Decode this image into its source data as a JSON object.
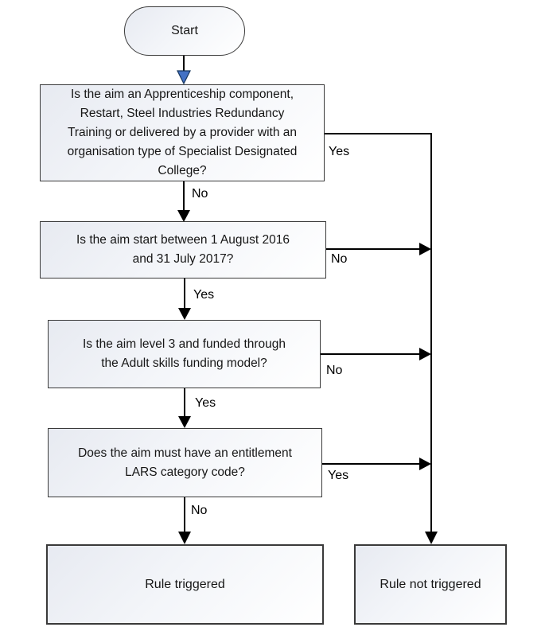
{
  "nodes": {
    "start": {
      "label": "Start"
    },
    "q1": {
      "text": "Is the aim an Apprenticeship component,\nRestart, Steel Industries Redundancy\nTraining or delivered by a provider with an\norganisation type of Specialist Designated\nCollege?"
    },
    "q2": {
      "text": "Is the aim start between 1 August 2016\nand 31 July 2017?"
    },
    "q3": {
      "text": "Is the aim level 3 and funded through\nthe Adult skills funding model?"
    },
    "q4": {
      "text": "Does the aim must have an entitlement\nLARS category code?"
    },
    "rule_triggered": {
      "text": "Rule triggered"
    },
    "rule_not_triggered": {
      "text": "Rule not triggered"
    }
  },
  "edge_labels": {
    "q1_yes": "Yes",
    "q1_no": "No",
    "q2_yes": "Yes",
    "q2_no": "No",
    "q3_yes": "Yes",
    "q3_no": "No",
    "q4_yes": "Yes",
    "q4_no": "No"
  },
  "colors": {
    "line": "#000000",
    "box_border": "#3a3a3a",
    "box_fill_start": "#e7eaf1",
    "box_fill_end": "#ffffff",
    "start_arrowhead_fill": "#4472c4",
    "start_arrowhead_stroke": "#17375e"
  }
}
